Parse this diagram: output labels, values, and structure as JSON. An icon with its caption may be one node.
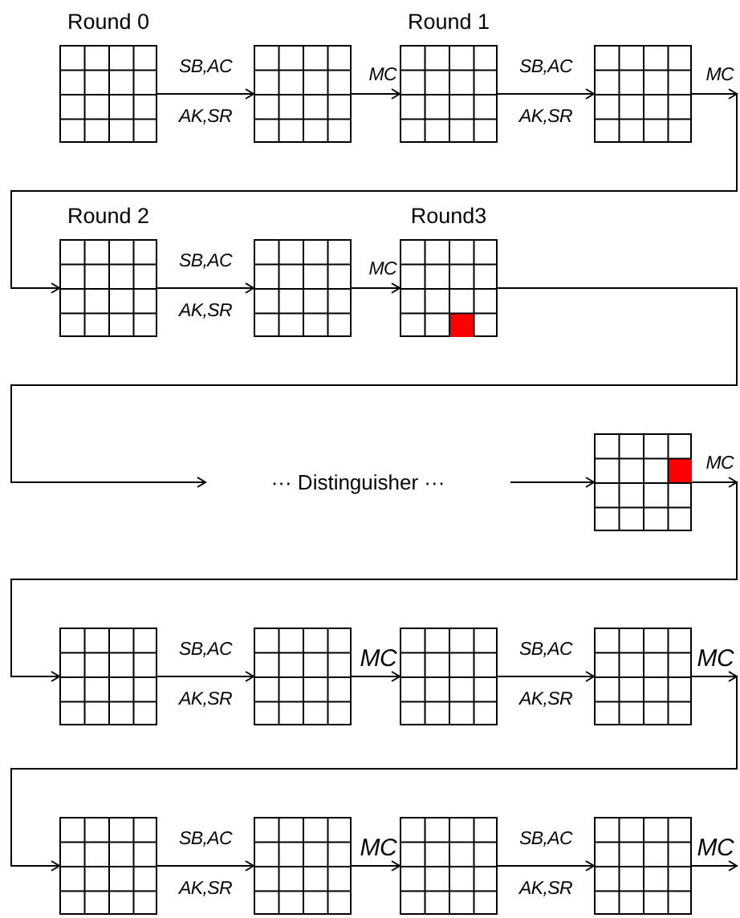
{
  "diagram": {
    "nodes": [
      {
        "text": [
          "Round 0"
        ]
      },
      {
        "text": [],
        "shape": "grid"
      },
      {
        "text": [
          "Round 1"
        ]
      },
      {
        "text": [],
        "shape": "grid"
      },
      {
        "text": [
          "Round 2"
        ]
      },
      {
        "text": [],
        "shape": "grid"
      },
      {
        "text": [
          "Round3"
        ]
      },
      {
        "text": [
          "··· Distinguisher ···"
        ]
      },
      {
        "text": [],
        "shape": "grid"
      },
      {
        "text": [],
        "shape": "grid"
      },
      {
        "text": [],
        "shape": "grid"
      },
      {
        "text": [],
        "shape": "grid"
      },
      {
        "text": [],
        "shape": "grid"
      },
      {
        "text": [],
        "shape": "grid"
      },
      {
        "text": [],
        "shape": "grid"
      },
      {
        "text": [],
        "shape": "grid"
      },
      {
        "text": [],
        "shape": "grid"
      }
    ],
    "edges": [
      {
        "from": 0,
        "to": 1,
        "arrow": "to",
        "label": "SB,AC"
      },
      {
        "from": 1,
        "to": 2,
        "arrow": "to",
        "label": "MC"
      },
      {
        "from": 2,
        "to": 3,
        "arrow": "to",
        "label": "SB,AC"
      },
      {
        "from": 3,
        "to": 4,
        "arrow": "to",
        "label": "MC"
      },
      {
        "from": 4,
        "to": 5,
        "arrow": "to",
        "label": "SB,AC"
      },
      {
        "from": 5,
        "to": 6,
        "arrow": "to",
        "label": "MC"
      },
      {
        "from": 6,
        "to": 7,
        "arrow": "to"
      },
      {
        "from": 7,
        "to": 8,
        "arrow": "to"
      },
      {
        "from": 8,
        "to": 9,
        "arrow": "to",
        "label": "MC"
      },
      {
        "from": 9,
        "to": 10,
        "arrow": "to",
        "label": "SB,AC"
      },
      {
        "from": 10,
        "to": 11,
        "arrow": "to",
        "label": "MC"
      },
      {
        "from": 11,
        "to": 12,
        "arrow": "to",
        "label": "SB,AC"
      },
      {
        "from": 12,
        "to": 13,
        "arrow": "to",
        "label": "MC"
      },
      {
        "from": 13,
        "to": 14,
        "arrow": "to",
        "label": "SB,AC"
      },
      {
        "from": 14,
        "to": 15,
        "arrow": "to",
        "label": "MC"
      },
      {
        "from": 15,
        "to": 16,
        "arrow": "to",
        "label": "SB,AC"
      },
      {
        "from": 16,
        "to": null,
        "arrow": "to",
        "label": "MC"
      }
    ],
    "labels": [
      "AK,SR",
      "AK,SR",
      "AK,SR",
      "AK,SR",
      "AK,SR",
      "AK,SR",
      "AK,SR"
    ]
  }
}
